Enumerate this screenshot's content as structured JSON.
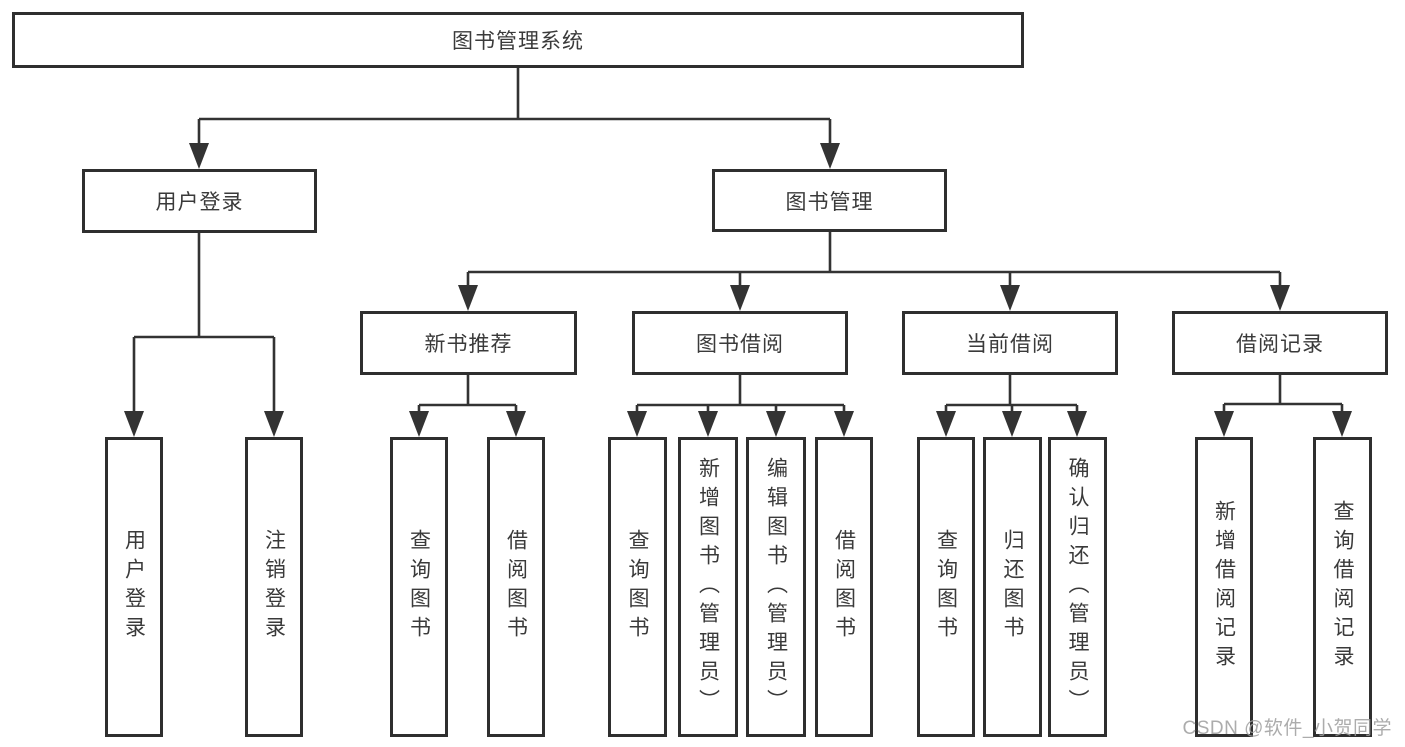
{
  "diagram": {
    "root": "图书管理系统",
    "user_login": {
      "label": "用户登录",
      "children": [
        "用户登录",
        "注销登录"
      ]
    },
    "book_mgmt": {
      "label": "图书管理",
      "sections": [
        {
          "label": "新书推荐",
          "children": [
            "查询图书",
            "借阅图书"
          ]
        },
        {
          "label": "图书借阅",
          "children": [
            "查询图书",
            "新增图书（管理员）",
            "编辑图书（管理员）",
            "借阅图书"
          ]
        },
        {
          "label": "当前借阅",
          "children": [
            "查询图书",
            "归还图书",
            "确认归还（管理员）"
          ]
        },
        {
          "label": "借阅记录",
          "children": [
            "新增借阅记录",
            "查询借阅记录"
          ]
        }
      ]
    },
    "line_color": "#333333"
  },
  "watermark": "CSDN @软件_小贺同学"
}
